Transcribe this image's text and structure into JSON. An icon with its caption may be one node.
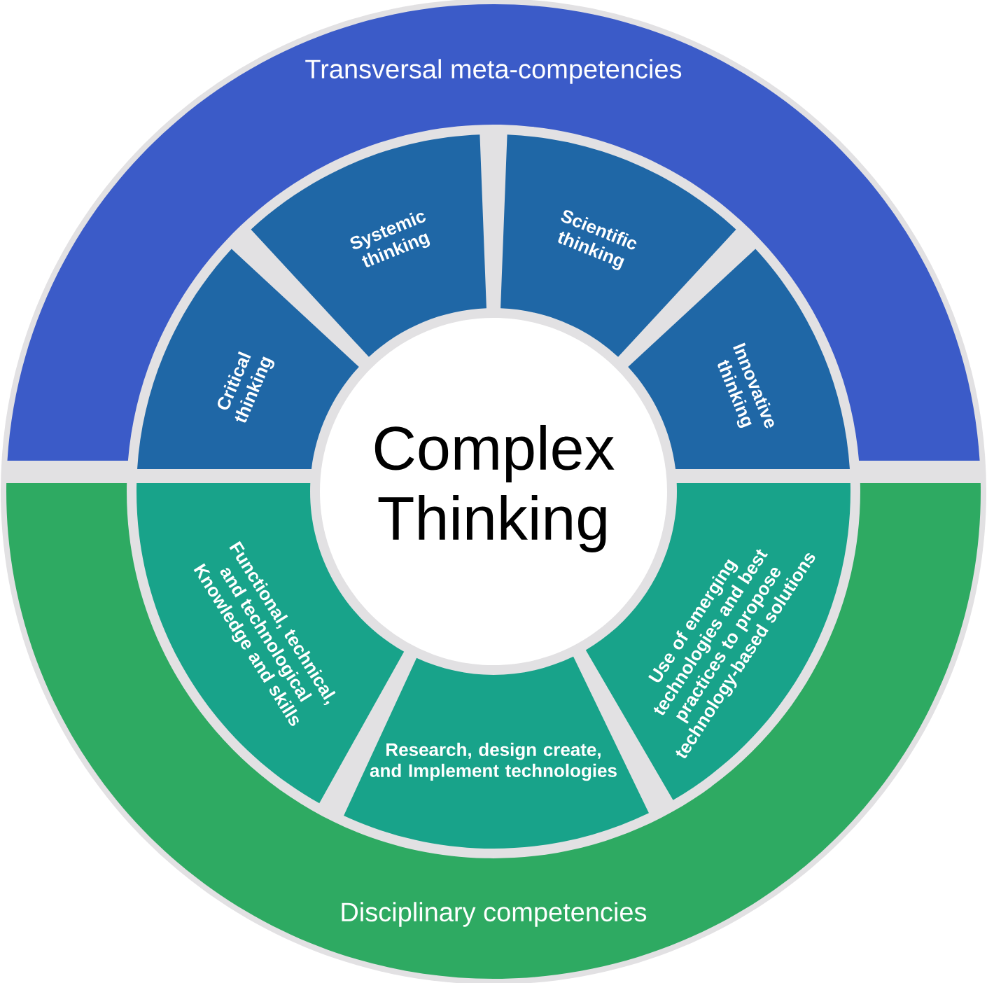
{
  "diagram": {
    "nodes": [
      {
        "text": [
          "Transversal meta-competencies"
        ]
      },
      {
        "text": [
          "Critical thinking"
        ]
      },
      {
        "text": [
          "Systemic thinking"
        ]
      },
      {
        "text": [
          "Scientific thinking"
        ]
      },
      {
        "text": [
          "Innovative thinking"
        ]
      },
      {
        "text": [
          "Complex Thinking"
        ]
      },
      {
        "text": [
          "Functional, technical, and technological Knowledge and skills"
        ]
      },
      {
        "text": [
          "Research, design create, and Implement technologies"
        ]
      },
      {
        "text": [
          "Use of emerging technologies and best practices to propose technology-based solutions"
        ]
      },
      {
        "text": [
          "Disciplinary competencies"
        ]
      }
    ]
  }
}
